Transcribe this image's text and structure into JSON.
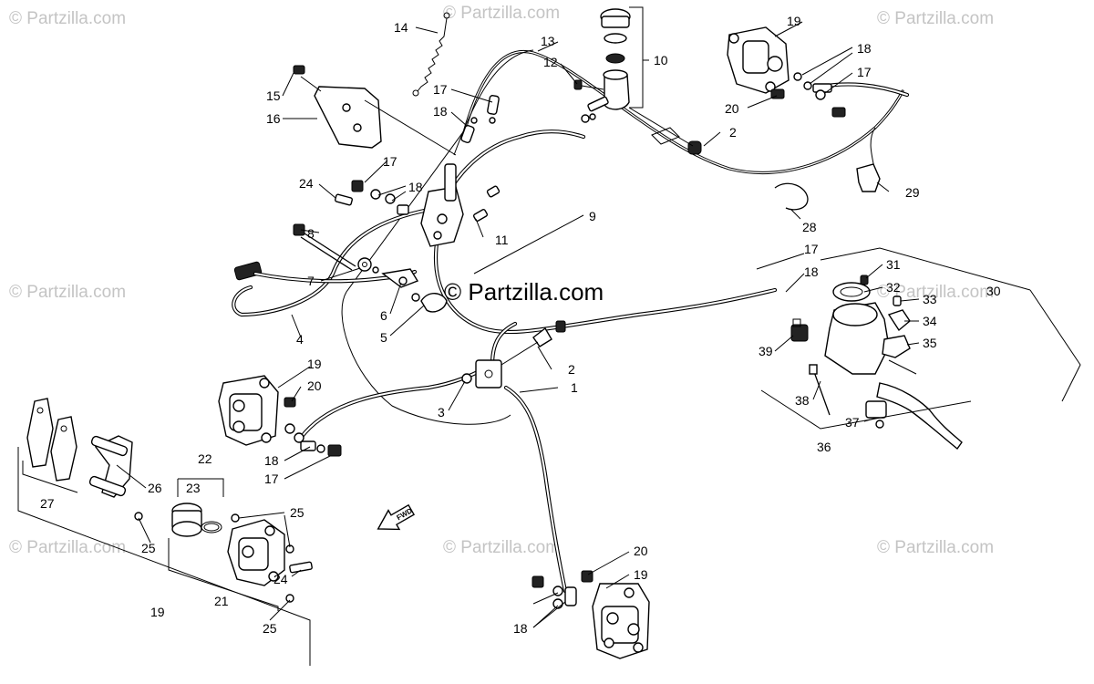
{
  "watermarks": {
    "top_left": "© Partzilla.com",
    "top_center": "© Partzilla.com",
    "top_right": "© Partzilla.com",
    "mid_left": "© Partzilla.com",
    "mid_right": "© Partzilla.com",
    "bottom_left": "© Partzilla.com",
    "bottom_center": "© Partzilla.com",
    "bottom_right": "© Partzilla.com",
    "center": "© Partzilla.com"
  },
  "fwd_label": "FWD",
  "callouts": {
    "c1": "1",
    "c2a": "2",
    "c2b": "2",
    "c3": "3",
    "c4": "4",
    "c5": "5",
    "c6": "6",
    "c7": "7",
    "c8": "8",
    "c9": "9",
    "c10": "10",
    "c11": "11",
    "c12": "12",
    "c13": "13",
    "c14": "14",
    "c15": "15",
    "c16": "16",
    "c17a": "17",
    "c17b": "17",
    "c17c": "17",
    "c17d": "17",
    "c17e": "17",
    "c18a": "18",
    "c18b": "18",
    "c18c": "18",
    "c18d": "18",
    "c18e": "18",
    "c18f": "18",
    "c19a": "19",
    "c19b": "19",
    "c19c": "19",
    "c19d": "19",
    "c20a": "20",
    "c20b": "20",
    "c20c": "20",
    "c21": "21",
    "c22": "22",
    "c23": "23",
    "c24a": "24",
    "c24b": "24",
    "c25a": "25",
    "c25b": "25",
    "c25c": "25",
    "c26": "26",
    "c27": "27",
    "c28": "28",
    "c29": "29",
    "c30": "30",
    "c31": "31",
    "c32": "32",
    "c33": "33",
    "c34": "34",
    "c35": "35",
    "c36": "36",
    "c37": "37",
    "c38": "38",
    "c39": "39"
  }
}
